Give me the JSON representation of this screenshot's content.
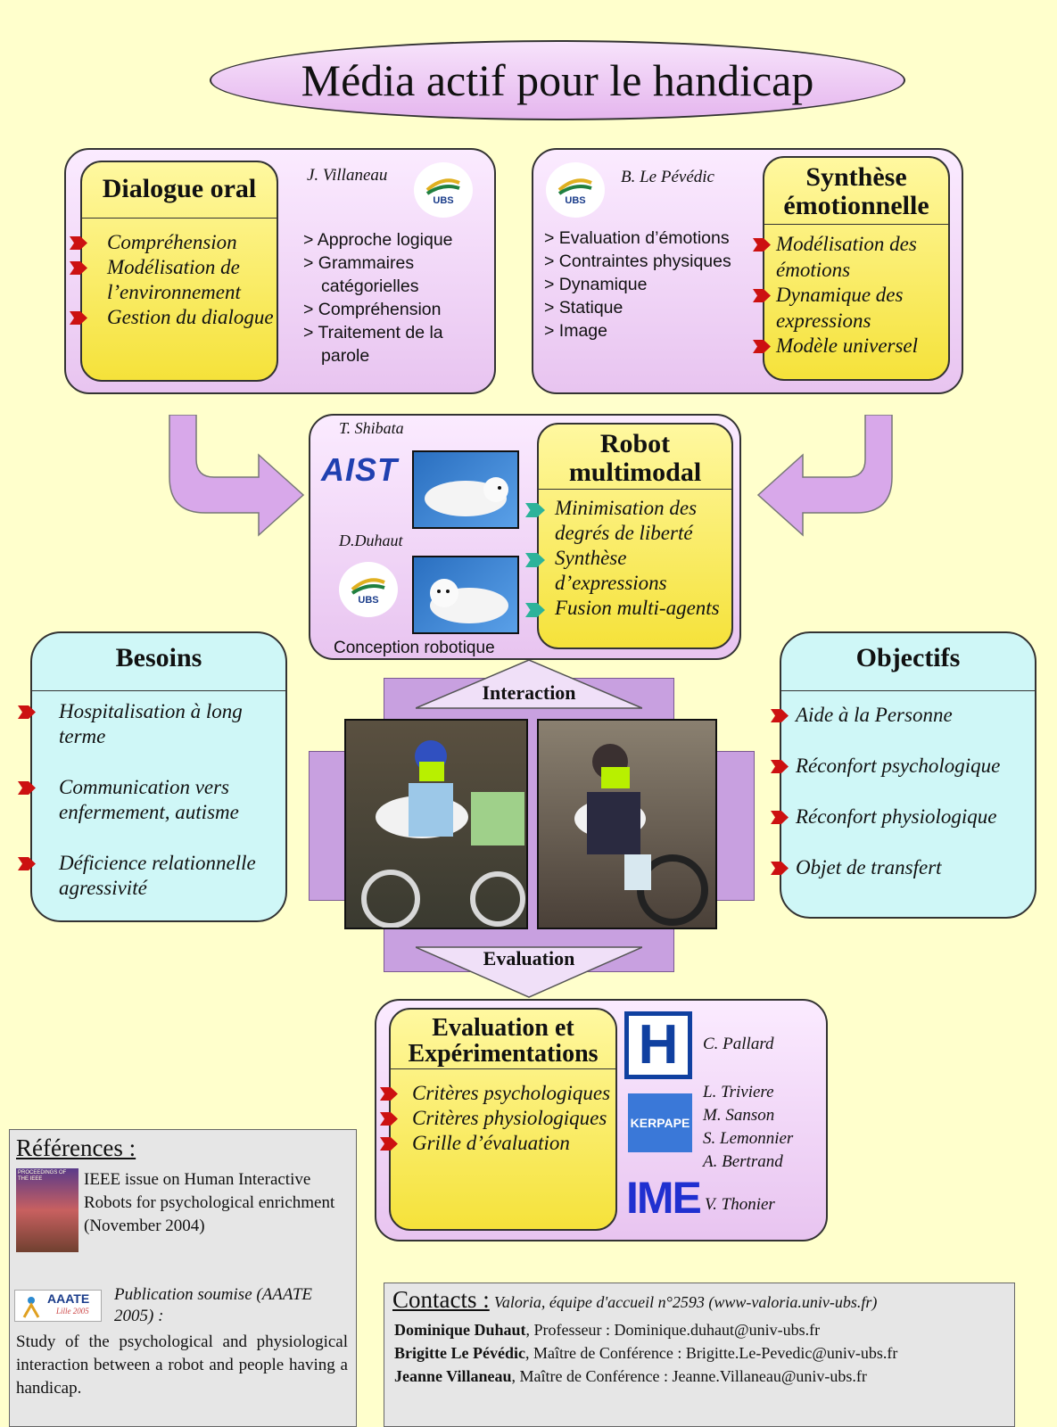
{
  "title": "Média actif pour le handicap",
  "dialogue": {
    "title": "Dialogue oral",
    "author": "J. Villaneau",
    "bullets": [
      "Compréhension",
      "Modélisation de l’environnement",
      "Gestion du dialogue"
    ],
    "items": [
      "> Approche logique",
      "> Grammaires catégorielles",
      "> Compréhension",
      "> Traitement de la parole"
    ]
  },
  "synthese": {
    "title_line1": "Synthèse",
    "title_line2": "émotionnelle",
    "author": "B. Le Pévédic",
    "items": [
      "> Evaluation d’émotions",
      "> Contraintes physiques",
      "> Dynamique",
      "> Statique",
      "> Image"
    ],
    "bullets": [
      "Modélisation des émotions",
      "Dynamique des expressions",
      "Modèle universel"
    ]
  },
  "robot": {
    "title_line1": "Robot",
    "title_line2": "multimodal",
    "author1": "T. Shibata",
    "author2": "D.Duhaut",
    "aist": "AIST",
    "caption": "Conception robotique",
    "bullets": [
      "Minimisation des degrés de liberté",
      "Synthèse d’expressions",
      "Fusion multi-agents"
    ]
  },
  "ubs_logo_text": "UBS",
  "besoins": {
    "title": "Besoins",
    "bullets": [
      "Hospitalisation à long terme",
      "Communication vers enfermement, autisme",
      "Déficience relationnelle agressivité"
    ]
  },
  "objectifs": {
    "title": "Objectifs",
    "bullets": [
      "Aide à la Personne",
      "Réconfort psychologique",
      "Réconfort physiologique",
      "Objet de transfert"
    ]
  },
  "interaction_label": "Interaction",
  "evaluation_label": "Evaluation",
  "evaluation_box": {
    "title_line1": "Evaluation et",
    "title_line2": "Expérimentations",
    "bullets": [
      "Critères psychologiques",
      "Critères physiologiques",
      "Grille d’évaluation"
    ],
    "hospital_letter": "H",
    "kerpape": "KERPAPE",
    "ime": "IME",
    "people_1": [
      "C. Pallard"
    ],
    "people_2": [
      "L. Triviere",
      "M. Sanson",
      "S. Lemonnier",
      "A. Bertrand"
    ],
    "people_3": [
      "V. Thonier"
    ]
  },
  "references": {
    "title": "Références :",
    "cover_text": "PROCEEDINGS OF THE IEEE",
    "ref1": "IEEE issue on Human Interactive Robots for psychological enrichment (November 2004)",
    "aaate_logo": "AAATE",
    "aaate_sub": "Lille 2005",
    "ref2_italic": "Publication soumise (AAATE 2005) :",
    "ref2": "Study of the psychological and physiological interaction between a robot and people having a handicap."
  },
  "contacts": {
    "label": "Contacts :",
    "header": "Valoria, équipe d'accueil n°2593 (www-valoria.univ-ubs.fr)",
    "lines": [
      {
        "name": "Dominique Duhaut",
        "rest": ", Professeur : Dominique.duhaut@univ-ubs.fr"
      },
      {
        "name": "Brigitte Le Pévédic",
        "rest": ", Maître de Conférence : Brigitte.Le-Pevedic@univ-ubs.fr"
      },
      {
        "name": "Jeanne Villaneau",
        "rest": ", Maître de Conférence : Jeanne.Villaneau@univ-ubs.fr"
      }
    ]
  },
  "colors": {
    "background": "#ffffcc",
    "pink_box": "#f3d6f8",
    "yellow_box": "#f8ea5a",
    "cyan_box": "#cff7f7",
    "red_arrow": "#cc1111",
    "green_arrow": "#2db39a",
    "purple_frame": "#c8a0e0",
    "hospital_blue": "#1040a0",
    "kerpape_blue": "#3a78d8"
  }
}
